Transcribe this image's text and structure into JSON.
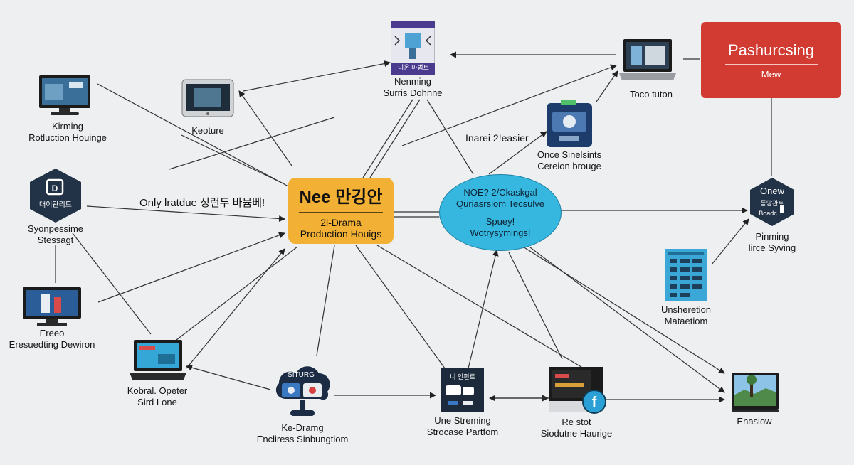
{
  "hubs": {
    "main": {
      "title": "Nee 만깅안",
      "line1": "2l-Drama",
      "line2": "Production Houigs"
    },
    "blue": {
      "line1": "NOE? 2/Ckaskgal",
      "line2": "Quriasrsiom Tecsulve",
      "line3": "Spuey!",
      "line4": "Wotrysymings!"
    }
  },
  "banner": {
    "title": "Pashurcsing",
    "subtitle": "Mew"
  },
  "free_labels": {
    "left_mid": "Only lratdue 싱런두 바뮴베!",
    "center_top": "Inarei 2!easier"
  },
  "nodes": {
    "kirming": {
      "line1": "Kirming",
      "line2": "Rotluction Houinge"
    },
    "keoture": {
      "line1": "Keoture"
    },
    "nenming": {
      "line1": "Nenming",
      "line2": "Surris Dohnne",
      "badge": "니온 마법트"
    },
    "toco": {
      "line1": "Toco tuton"
    },
    "once": {
      "line1": "Once Sinelsints",
      "line2": "Cereion brouge"
    },
    "synopsis": {
      "line1": "Syonpessime",
      "line2": "Stessagt",
      "badge": "대이관리트"
    },
    "onew": {
      "line1": "Pinming",
      "line2": "lirce Syving",
      "badge_top": "Onew",
      "badge_mid": "등망관트",
      "badge_bot": "Boadc"
    },
    "unsheretion": {
      "line1": "Unsheretion",
      "line2": "Mataetiom"
    },
    "ereeo": {
      "line1": "Ereeo",
      "line2": "Eresuedting Dewiron"
    },
    "kobral": {
      "line1": "Kobral. Opeter",
      "line2": "Sird Lone"
    },
    "kedramg": {
      "line1": "Ke-Dramg",
      "line2": "Encliress Sinbungtiom",
      "badge": "SITURG"
    },
    "une": {
      "line1": "Une Streming",
      "line2": "Strocase Partfom",
      "badge": "니 인편르"
    },
    "restot": {
      "line1": "Re stot",
      "line2": "Siodutne Haurige"
    },
    "enasiow": {
      "line1": "Enasiow"
    }
  }
}
